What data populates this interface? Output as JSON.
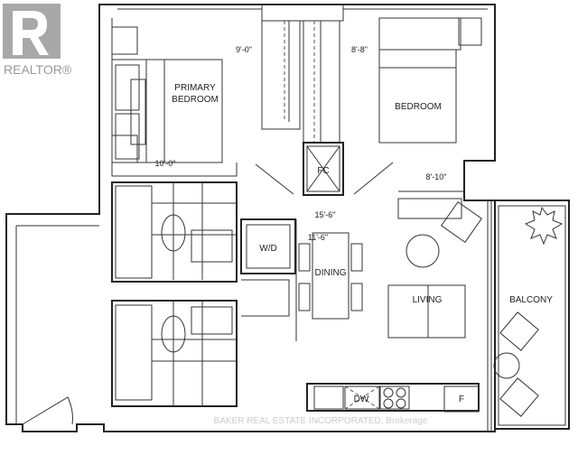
{
  "logo": {
    "text": "REALTOR®",
    "icon": "realtor-r-logo"
  },
  "rooms": {
    "primary_bedroom_line1": "PRIMARY",
    "primary_bedroom_line2": "BEDROOM",
    "bedroom": "BEDROOM",
    "fc": "FC",
    "wd": "W/D",
    "dining": "DINING",
    "living": "LIVING",
    "balcony": "BALCONY",
    "dw": "DW",
    "fridge": "F"
  },
  "dimensions": {
    "d1": "9'-0\"",
    "d2": "8'-8\"",
    "d3": "10'-0\"",
    "d4": "15'-6\"",
    "d5": "8'-10\"",
    "d6": "11'-6\""
  },
  "watermark": "BAKER REAL ESTATE INCORPORATED, Brokerage"
}
